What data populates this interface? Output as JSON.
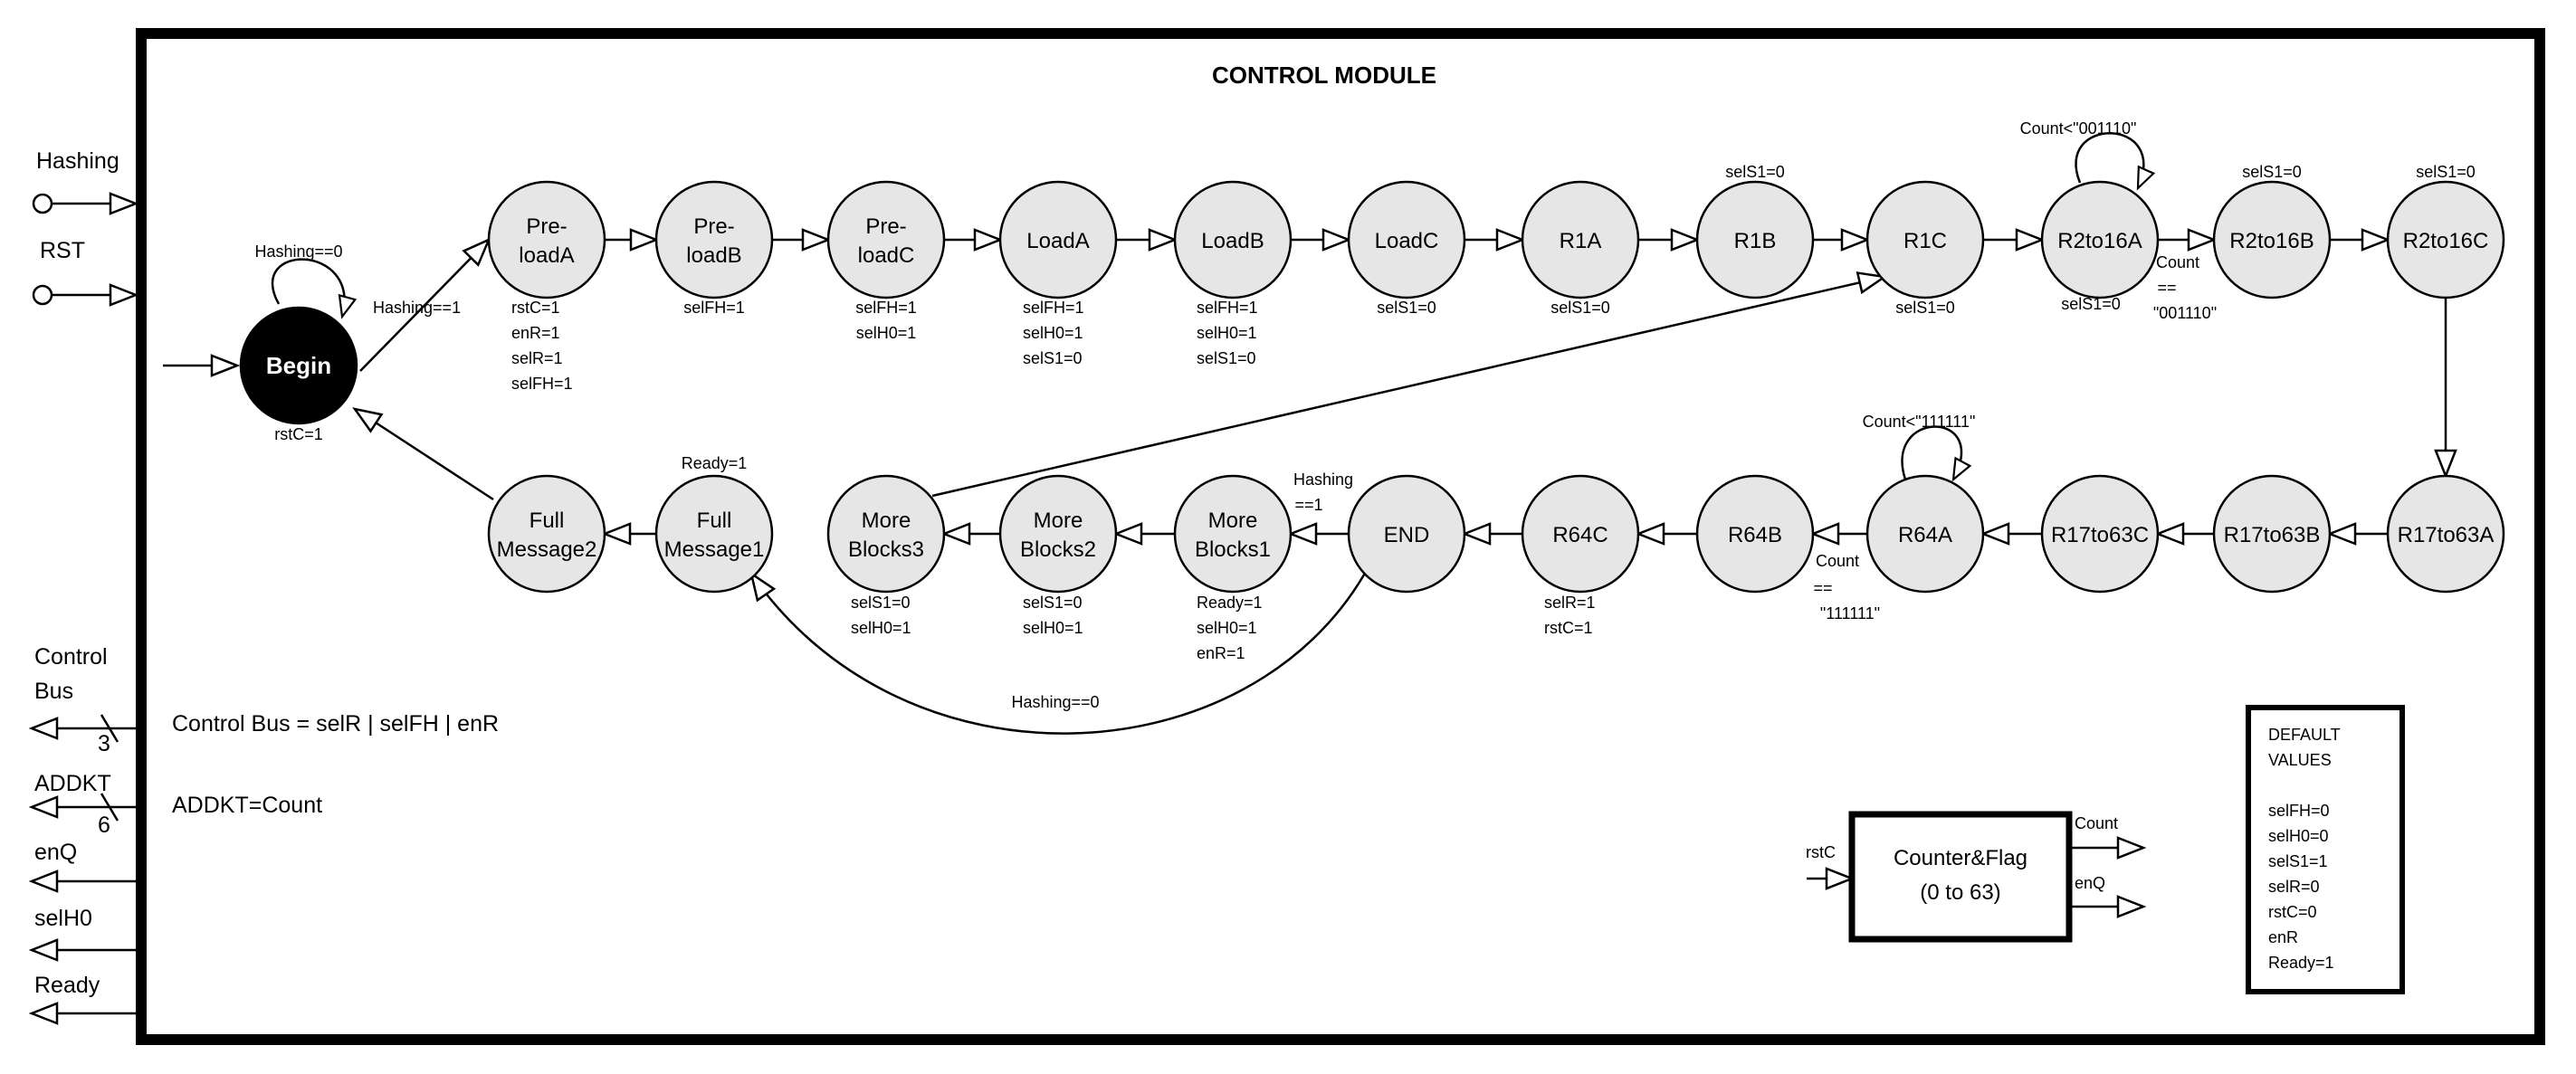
{
  "title": "CONTROL MODULE",
  "ports_in": [
    {
      "id": "hashing",
      "label": "Hashing"
    },
    {
      "id": "rst",
      "label": "RST"
    }
  ],
  "ports_out": {
    "control_bus": {
      "label_lines": [
        "Control",
        "Bus"
      ],
      "width": "3"
    },
    "addkt": {
      "label": "ADDKT",
      "width": "6"
    },
    "enq": {
      "label": "enQ"
    },
    "selh0": {
      "label": "selH0"
    },
    "ready": {
      "label": "Ready"
    }
  },
  "equations": {
    "control_bus": "Control Bus = selR | selFH | enR",
    "addkt": "ADDKT=Count"
  },
  "states": {
    "begin": {
      "lines": [
        "Begin"
      ]
    },
    "preloada": {
      "lines": [
        "Pre-",
        "loadA"
      ]
    },
    "preloadb": {
      "lines": [
        "Pre-",
        "loadB"
      ]
    },
    "preloadc": {
      "lines": [
        "Pre-",
        "loadC"
      ]
    },
    "loada": {
      "lines": [
        "LoadA"
      ]
    },
    "loadb": {
      "lines": [
        "LoadB"
      ]
    },
    "loadc": {
      "lines": [
        "LoadC"
      ]
    },
    "r1a": {
      "lines": [
        "R1A"
      ]
    },
    "r1b": {
      "lines": [
        "R1B"
      ]
    },
    "r1c": {
      "lines": [
        "R1C"
      ]
    },
    "r2to16a": {
      "lines": [
        "R2to16A"
      ]
    },
    "r2to16b": {
      "lines": [
        "R2to16B"
      ]
    },
    "r2to16c": {
      "lines": [
        "R2to16C"
      ]
    },
    "r17to63a": {
      "lines": [
        "R17to63A"
      ]
    },
    "r17to63b": {
      "lines": [
        "R17to63B"
      ]
    },
    "r17to63c": {
      "lines": [
        "R17to63C"
      ]
    },
    "r64a": {
      "lines": [
        "R64A"
      ]
    },
    "r64b": {
      "lines": [
        "R64B"
      ]
    },
    "r64c": {
      "lines": [
        "R64C"
      ]
    },
    "end": {
      "lines": [
        "END"
      ]
    },
    "moreblocks1": {
      "lines": [
        "More",
        "Blocks1"
      ]
    },
    "moreblocks2": {
      "lines": [
        "More",
        "Blocks2"
      ]
    },
    "moreblocks3": {
      "lines": [
        "More",
        "Blocks3"
      ]
    },
    "fullmessage1": {
      "lines": [
        "Full",
        "Message1"
      ]
    },
    "fullmessage2": {
      "lines": [
        "Full",
        "Message2"
      ]
    }
  },
  "outputs": {
    "begin": [
      "rstC=1"
    ],
    "preloada": [
      "rstC=1",
      "enR=1",
      "selR=1",
      "selFH=1"
    ],
    "preloadb": [
      "selFH=1"
    ],
    "preloadc": [
      "selFH=1",
      "selH0=1"
    ],
    "loada": [
      "selFH=1",
      "selH0=1",
      "selS1=0"
    ],
    "loadb": [
      "selFH=1",
      "selH0=1",
      "selS1=0"
    ],
    "loadc": [
      "selS1=0"
    ],
    "r1a": [
      "selS1=0"
    ],
    "r1b_above": [
      "selS1=0"
    ],
    "r1c": [
      "selS1=0"
    ],
    "r2to16a": [
      "selS1=0"
    ],
    "r2to16b_above": [
      "selS1=0"
    ],
    "r2to16c_above": [
      "selS1=0"
    ],
    "r64c": [
      "selR=1",
      "rstC=1"
    ],
    "moreblocks1": [
      "Ready=1",
      "selH0=1",
      "enR=1"
    ],
    "moreblocks2": [
      "selS1=0",
      "selH0=1"
    ],
    "moreblocks3": [
      "selS1=0",
      "selH0=1"
    ],
    "fullmessage1_above": [
      "Ready=1"
    ]
  },
  "transitions": {
    "begin_loop": "Hashing==0",
    "begin_to_preloada": "Hashing==1",
    "r2to16a_loop": "Count<\"001110\"",
    "r2to16a_exit": [
      "Count",
      "==",
      "\"001110\""
    ],
    "r64a_loop": "Count<\"111111\"",
    "r64a_exit": [
      "Count",
      "==",
      "\"111111\""
    ],
    "end_to_moreblocks1": [
      "Hashing",
      "==1"
    ],
    "end_to_fullmessage1": "Hashing==0"
  },
  "counter": {
    "title_lines": [
      "Counter&Flag",
      "(0 to 63)"
    ],
    "input": "rstC",
    "out_count": "Count",
    "out_enq": "enQ"
  },
  "defaults": {
    "lines": [
      "DEFAULT",
      "VALUES",
      "",
      "selFH=0",
      "selH0=0",
      "selS1=1",
      "selR=0",
      "rstC=0",
      "enR",
      "Ready=1"
    ]
  }
}
